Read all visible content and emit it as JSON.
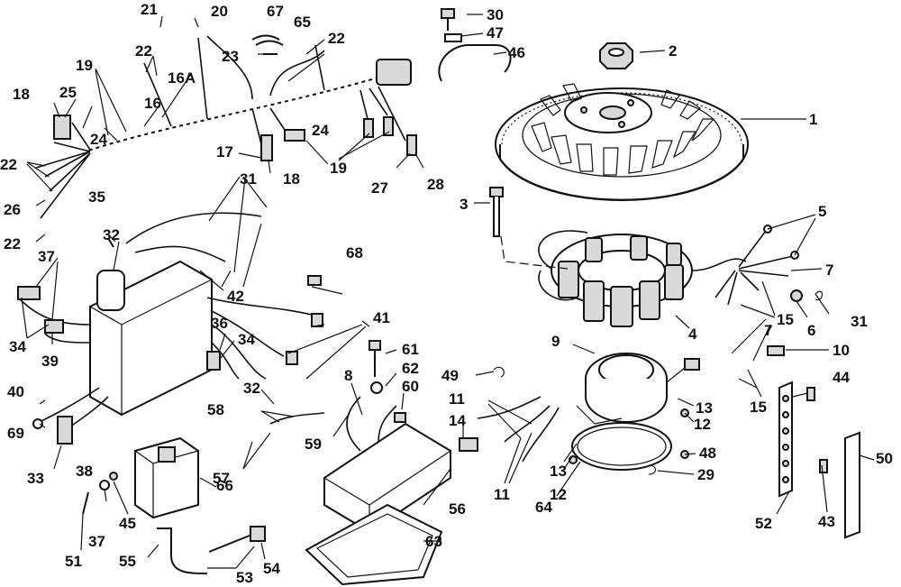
{
  "callouts": [
    {
      "id": "c1",
      "text": "1"
    },
    {
      "id": "c2",
      "text": "2"
    },
    {
      "id": "c3",
      "text": "3"
    },
    {
      "id": "c4",
      "text": "4"
    },
    {
      "id": "c5",
      "text": "5"
    },
    {
      "id": "c6",
      "text": "6"
    },
    {
      "id": "c7a",
      "text": "7"
    },
    {
      "id": "c7b",
      "text": "7"
    },
    {
      "id": "c8",
      "text": "8"
    },
    {
      "id": "c9",
      "text": "9"
    },
    {
      "id": "c10",
      "text": "10"
    },
    {
      "id": "c11a",
      "text": "11"
    },
    {
      "id": "c11b",
      "text": "11"
    },
    {
      "id": "c12a",
      "text": "12"
    },
    {
      "id": "c12b",
      "text": "12"
    },
    {
      "id": "c13a",
      "text": "13"
    },
    {
      "id": "c13b",
      "text": "13"
    },
    {
      "id": "c14",
      "text": "14"
    },
    {
      "id": "c15a",
      "text": "15"
    },
    {
      "id": "c15b",
      "text": "15"
    },
    {
      "id": "c16",
      "text": "16"
    },
    {
      "id": "c16A",
      "text": "16A"
    },
    {
      "id": "c17",
      "text": "17"
    },
    {
      "id": "c18a",
      "text": "18"
    },
    {
      "id": "c18b",
      "text": "18"
    },
    {
      "id": "c19a",
      "text": "19"
    },
    {
      "id": "c19b",
      "text": "19"
    },
    {
      "id": "c20",
      "text": "20"
    },
    {
      "id": "c21",
      "text": "21"
    },
    {
      "id": "c22a",
      "text": "22"
    },
    {
      "id": "c22b",
      "text": "22"
    },
    {
      "id": "c22c",
      "text": "22"
    },
    {
      "id": "c22d",
      "text": "22"
    },
    {
      "id": "c23",
      "text": "23"
    },
    {
      "id": "c24a",
      "text": "24"
    },
    {
      "id": "c24b",
      "text": "24"
    },
    {
      "id": "c25",
      "text": "25"
    },
    {
      "id": "c26",
      "text": "26"
    },
    {
      "id": "c27",
      "text": "27"
    },
    {
      "id": "c28",
      "text": "28"
    },
    {
      "id": "c29",
      "text": "29"
    },
    {
      "id": "c30",
      "text": "30"
    },
    {
      "id": "c31a",
      "text": "31"
    },
    {
      "id": "c31b",
      "text": "31"
    },
    {
      "id": "c32a",
      "text": "32"
    },
    {
      "id": "c32b",
      "text": "32"
    },
    {
      "id": "c33",
      "text": "33"
    },
    {
      "id": "c34a",
      "text": "34"
    },
    {
      "id": "c34b",
      "text": "34"
    },
    {
      "id": "c35",
      "text": "35"
    },
    {
      "id": "c36",
      "text": "36"
    },
    {
      "id": "c37a",
      "text": "37"
    },
    {
      "id": "c37b",
      "text": "37"
    },
    {
      "id": "c38",
      "text": "38"
    },
    {
      "id": "c39",
      "text": "39"
    },
    {
      "id": "c40",
      "text": "40"
    },
    {
      "id": "c41",
      "text": "41"
    },
    {
      "id": "c42",
      "text": "42"
    },
    {
      "id": "c43",
      "text": "43"
    },
    {
      "id": "c44",
      "text": "44"
    },
    {
      "id": "c45",
      "text": "45"
    },
    {
      "id": "c46",
      "text": "46"
    },
    {
      "id": "c47",
      "text": "47"
    },
    {
      "id": "c48",
      "text": "48"
    },
    {
      "id": "c49",
      "text": "49"
    },
    {
      "id": "c50",
      "text": "50"
    },
    {
      "id": "c51",
      "text": "51"
    },
    {
      "id": "c52",
      "text": "52"
    },
    {
      "id": "c53",
      "text": "53"
    },
    {
      "id": "c54",
      "text": "54"
    },
    {
      "id": "c55",
      "text": "55"
    },
    {
      "id": "c56",
      "text": "56"
    },
    {
      "id": "c57",
      "text": "57"
    },
    {
      "id": "c58",
      "text": "58"
    },
    {
      "id": "c59",
      "text": "59"
    },
    {
      "id": "c60",
      "text": "60"
    },
    {
      "id": "c61",
      "text": "61"
    },
    {
      "id": "c62",
      "text": "62"
    },
    {
      "id": "c63",
      "text": "63"
    },
    {
      "id": "c64",
      "text": "64"
    },
    {
      "id": "c65",
      "text": "65"
    },
    {
      "id": "c66",
      "text": "66"
    },
    {
      "id": "c67",
      "text": "67"
    },
    {
      "id": "c68",
      "text": "68"
    },
    {
      "id": "c69",
      "text": "69"
    }
  ]
}
